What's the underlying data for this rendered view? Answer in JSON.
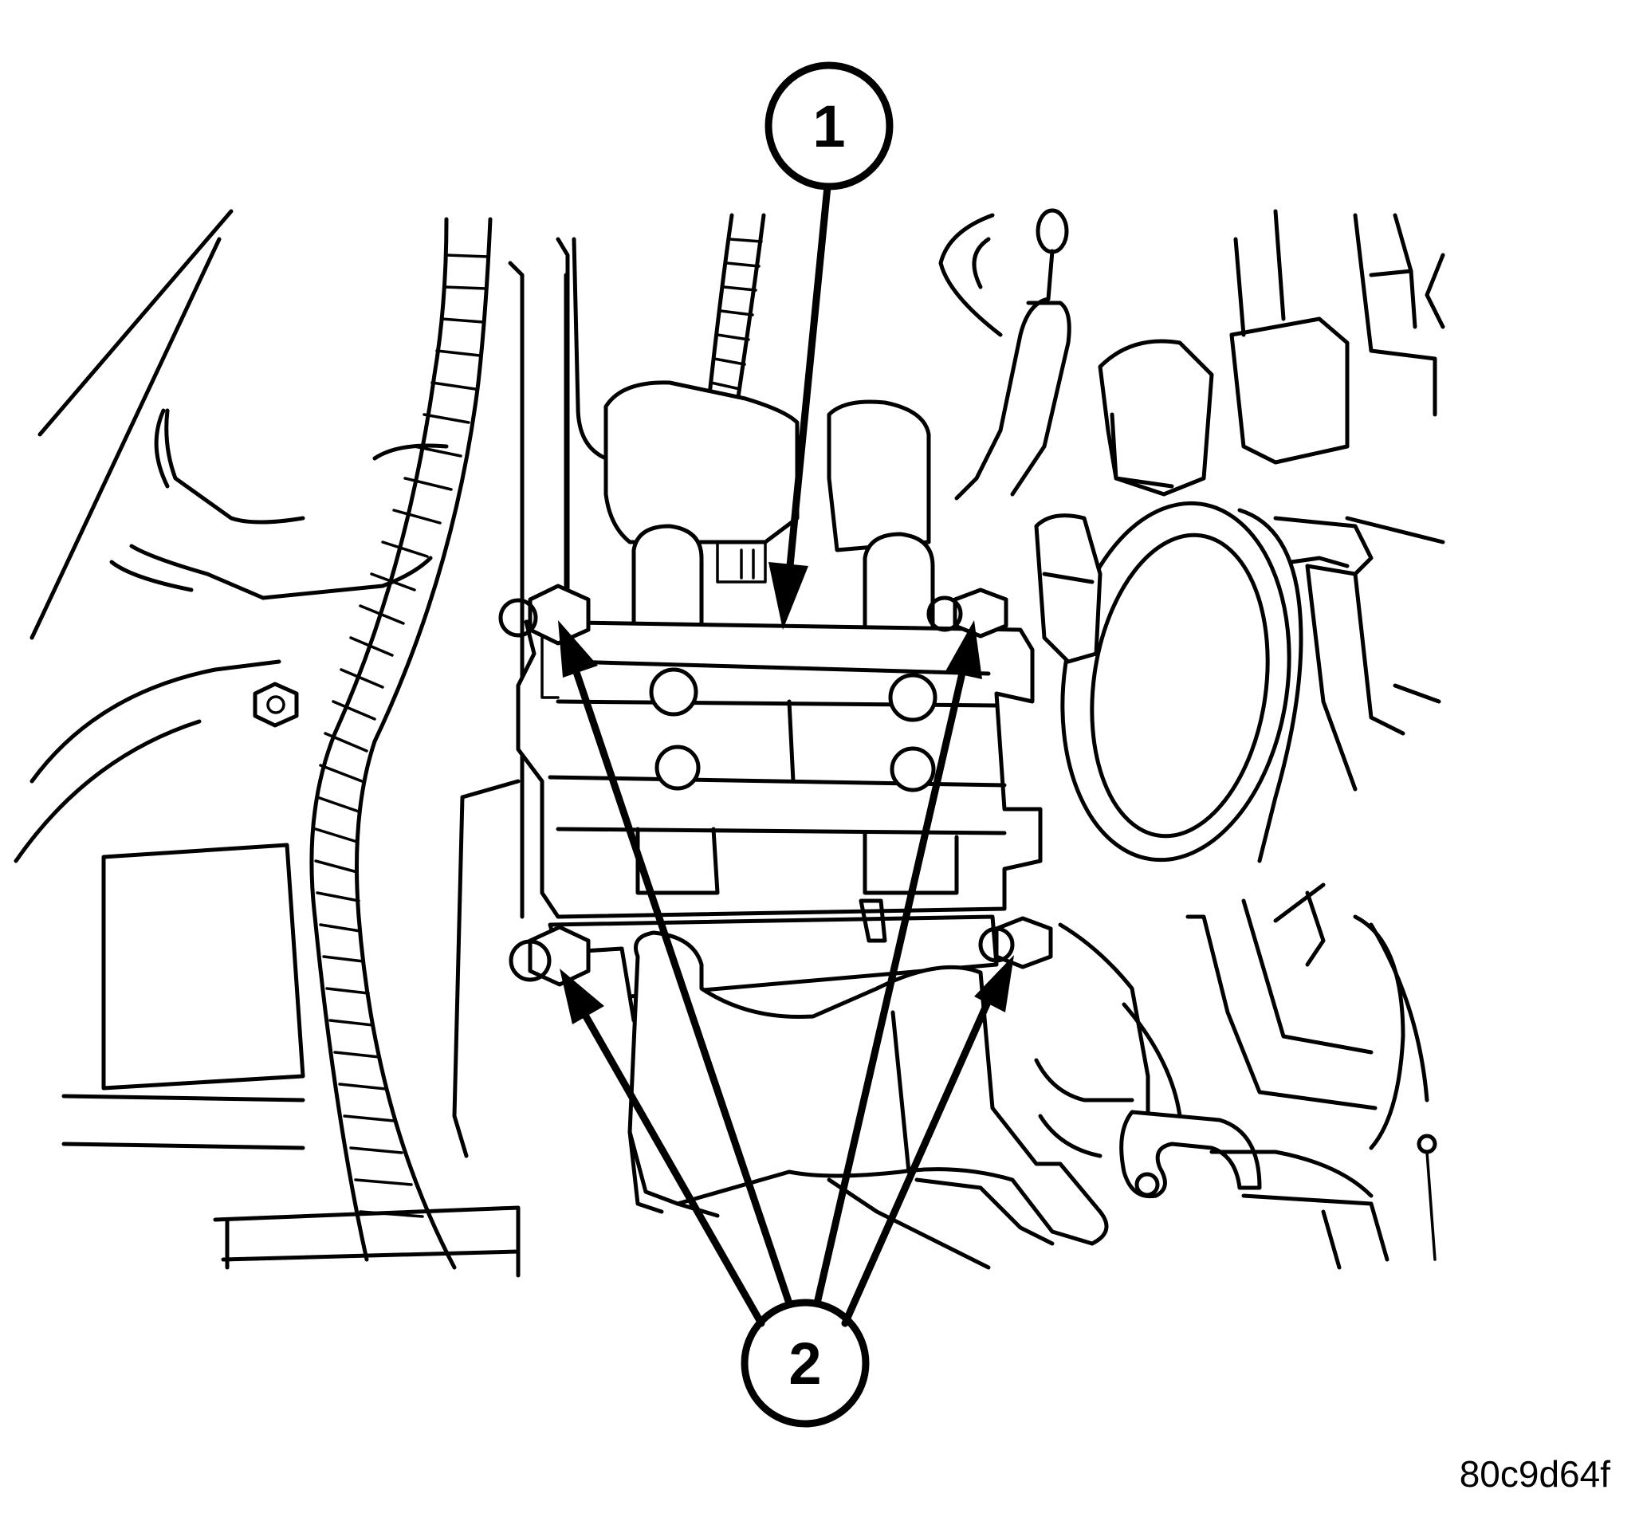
{
  "diagram": {
    "callouts": [
      {
        "id": "callout-1",
        "label": "1"
      },
      {
        "id": "callout-2",
        "label": "2"
      }
    ],
    "figure_code": "80c9d64f",
    "colors": {
      "ink": "#000000",
      "paper": "#ffffff"
    }
  }
}
